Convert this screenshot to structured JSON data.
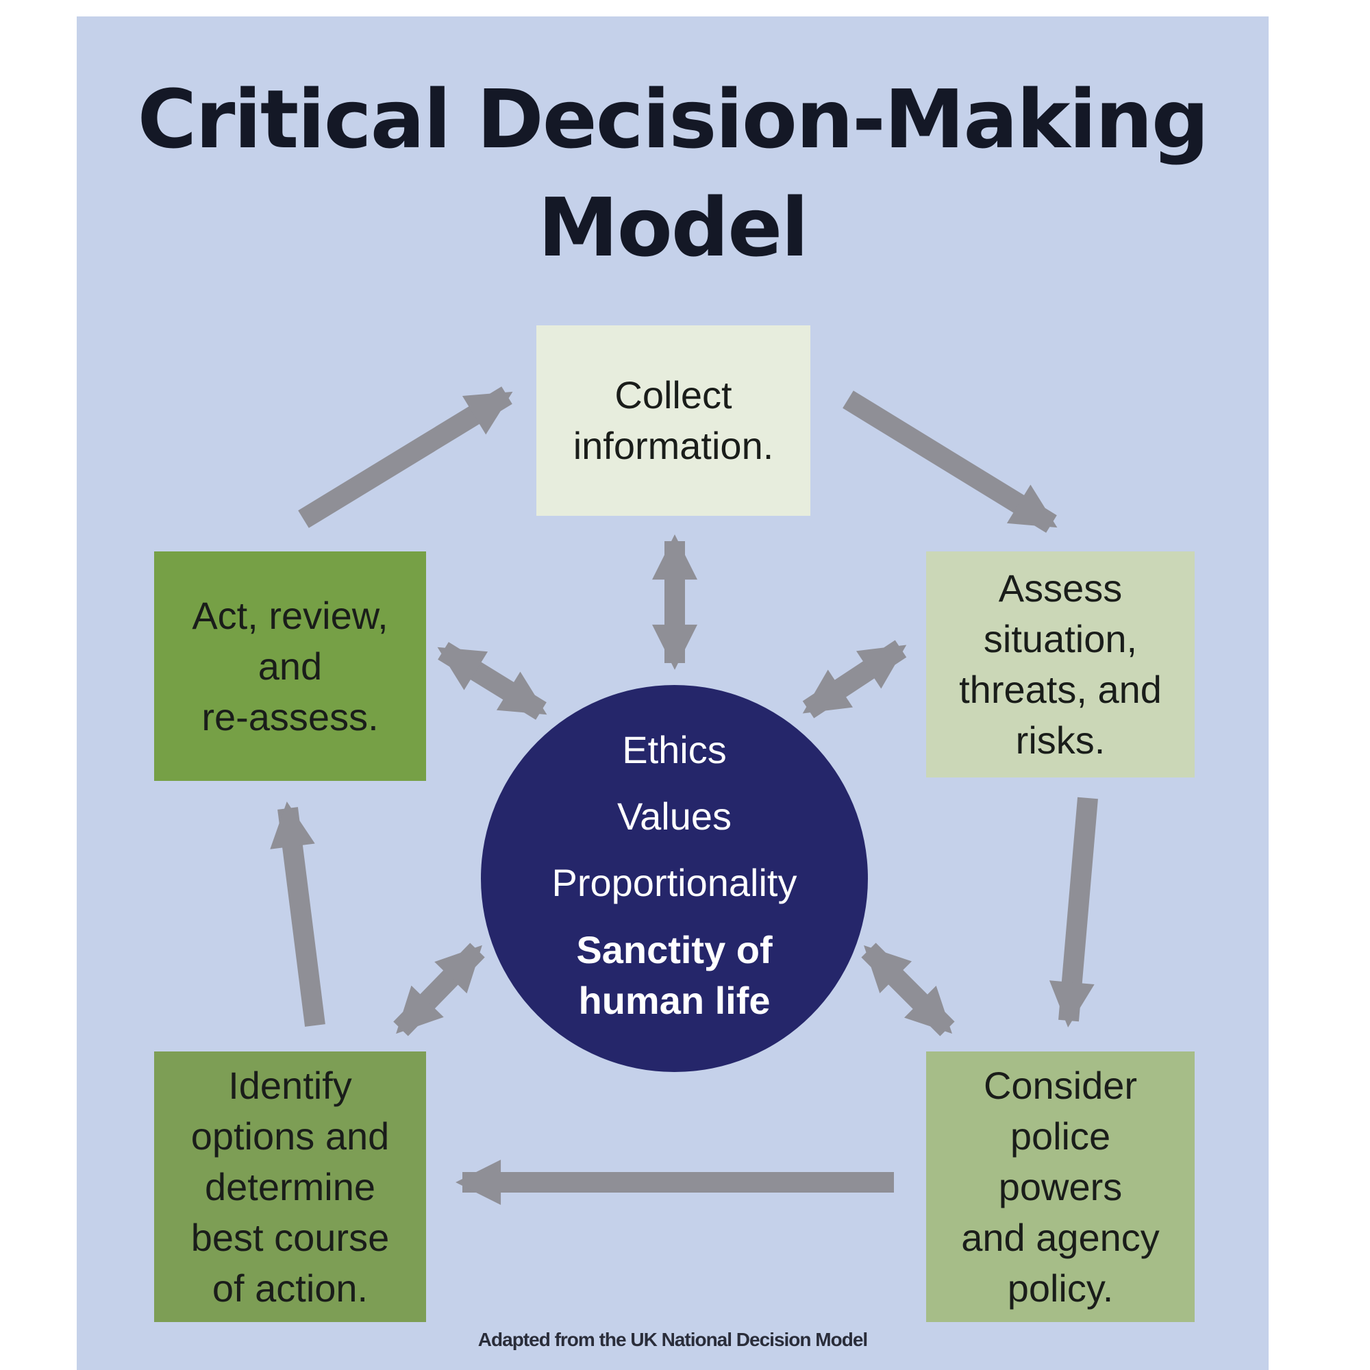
{
  "title_lines": [
    "Critical Decision-Making",
    "Model"
  ],
  "steps": {
    "collect": "Collect\ninformation.",
    "assess": "Assess\nsituation,\nthreats, and\nrisks.",
    "consider": "Consider\npolice\npowers\nand agency\npolicy.",
    "identify": "Identify\noptions and\ndetermine\nbest course\nof action.",
    "act": "Act, review,\nand\nre-assess."
  },
  "core": {
    "ethics": "Ethics",
    "values": "Values",
    "proportionality": "Proportionality",
    "sanctity": "Sanctity of\nhuman life"
  },
  "credit": "Adapted from the UK National Decision Model",
  "colors": {
    "background": "#c5d1ea",
    "arrow": "#8f8f96",
    "core": "#25266a",
    "collect": "#e7eddd",
    "assess": "#cbd7b7",
    "consider": "#a6bd88",
    "identify": "#7d9e55",
    "act": "#76a046"
  }
}
